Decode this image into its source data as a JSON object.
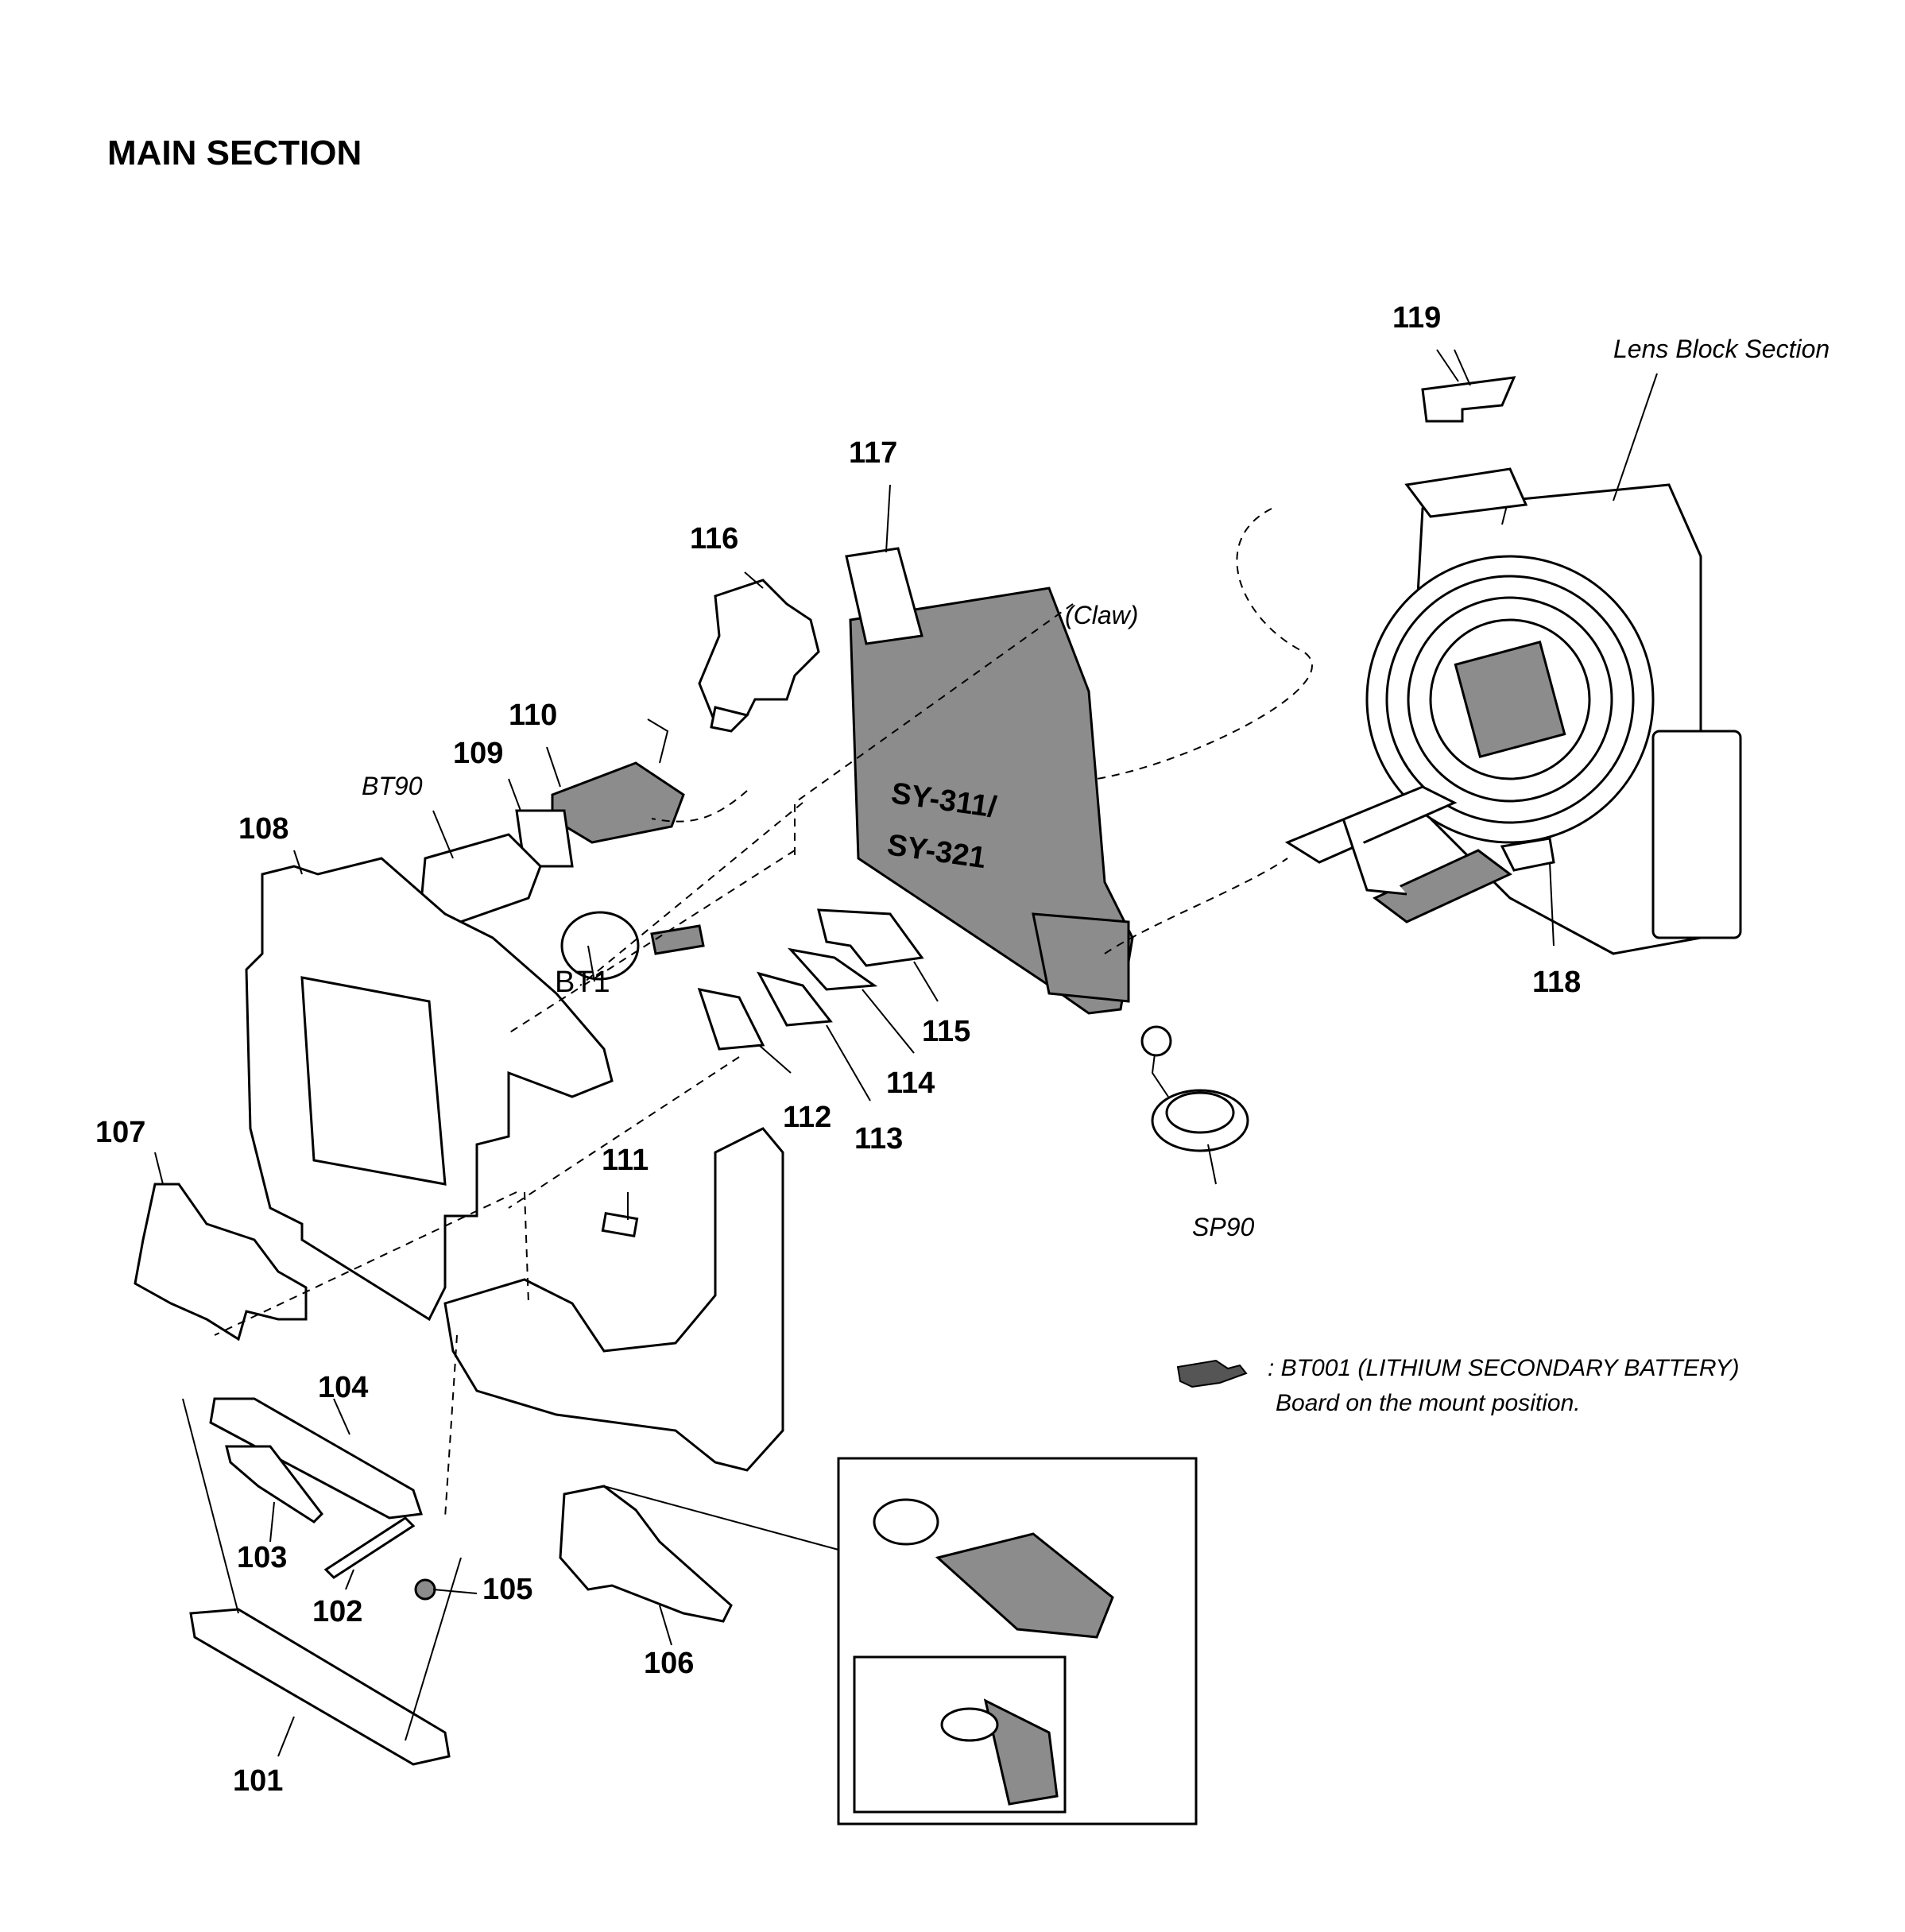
{
  "title": "MAIN SECTION",
  "labels": {
    "p101": "101",
    "p102": "102",
    "p103": "103",
    "p104": "104",
    "p105": "105",
    "p106": "106",
    "p107": "107",
    "p108": "108",
    "p109": "109",
    "p110": "110",
    "p111": "111",
    "p112": "112",
    "p113": "113",
    "p114": "114",
    "p115": "115",
    "p116": "116",
    "p117": "117",
    "p118": "118",
    "p119": "119",
    "bt90": "BT90",
    "bt1": "BT1",
    "sp90": "SP90",
    "claw": "(Claw)",
    "lens_block": "Lens Block Section",
    "board_line1": "SY-311/",
    "board_line2": "SY-321"
  },
  "legend": {
    "line1": ": BT001 (LITHIUM SECONDARY BATTERY)",
    "line2": "Board on the mount position."
  }
}
